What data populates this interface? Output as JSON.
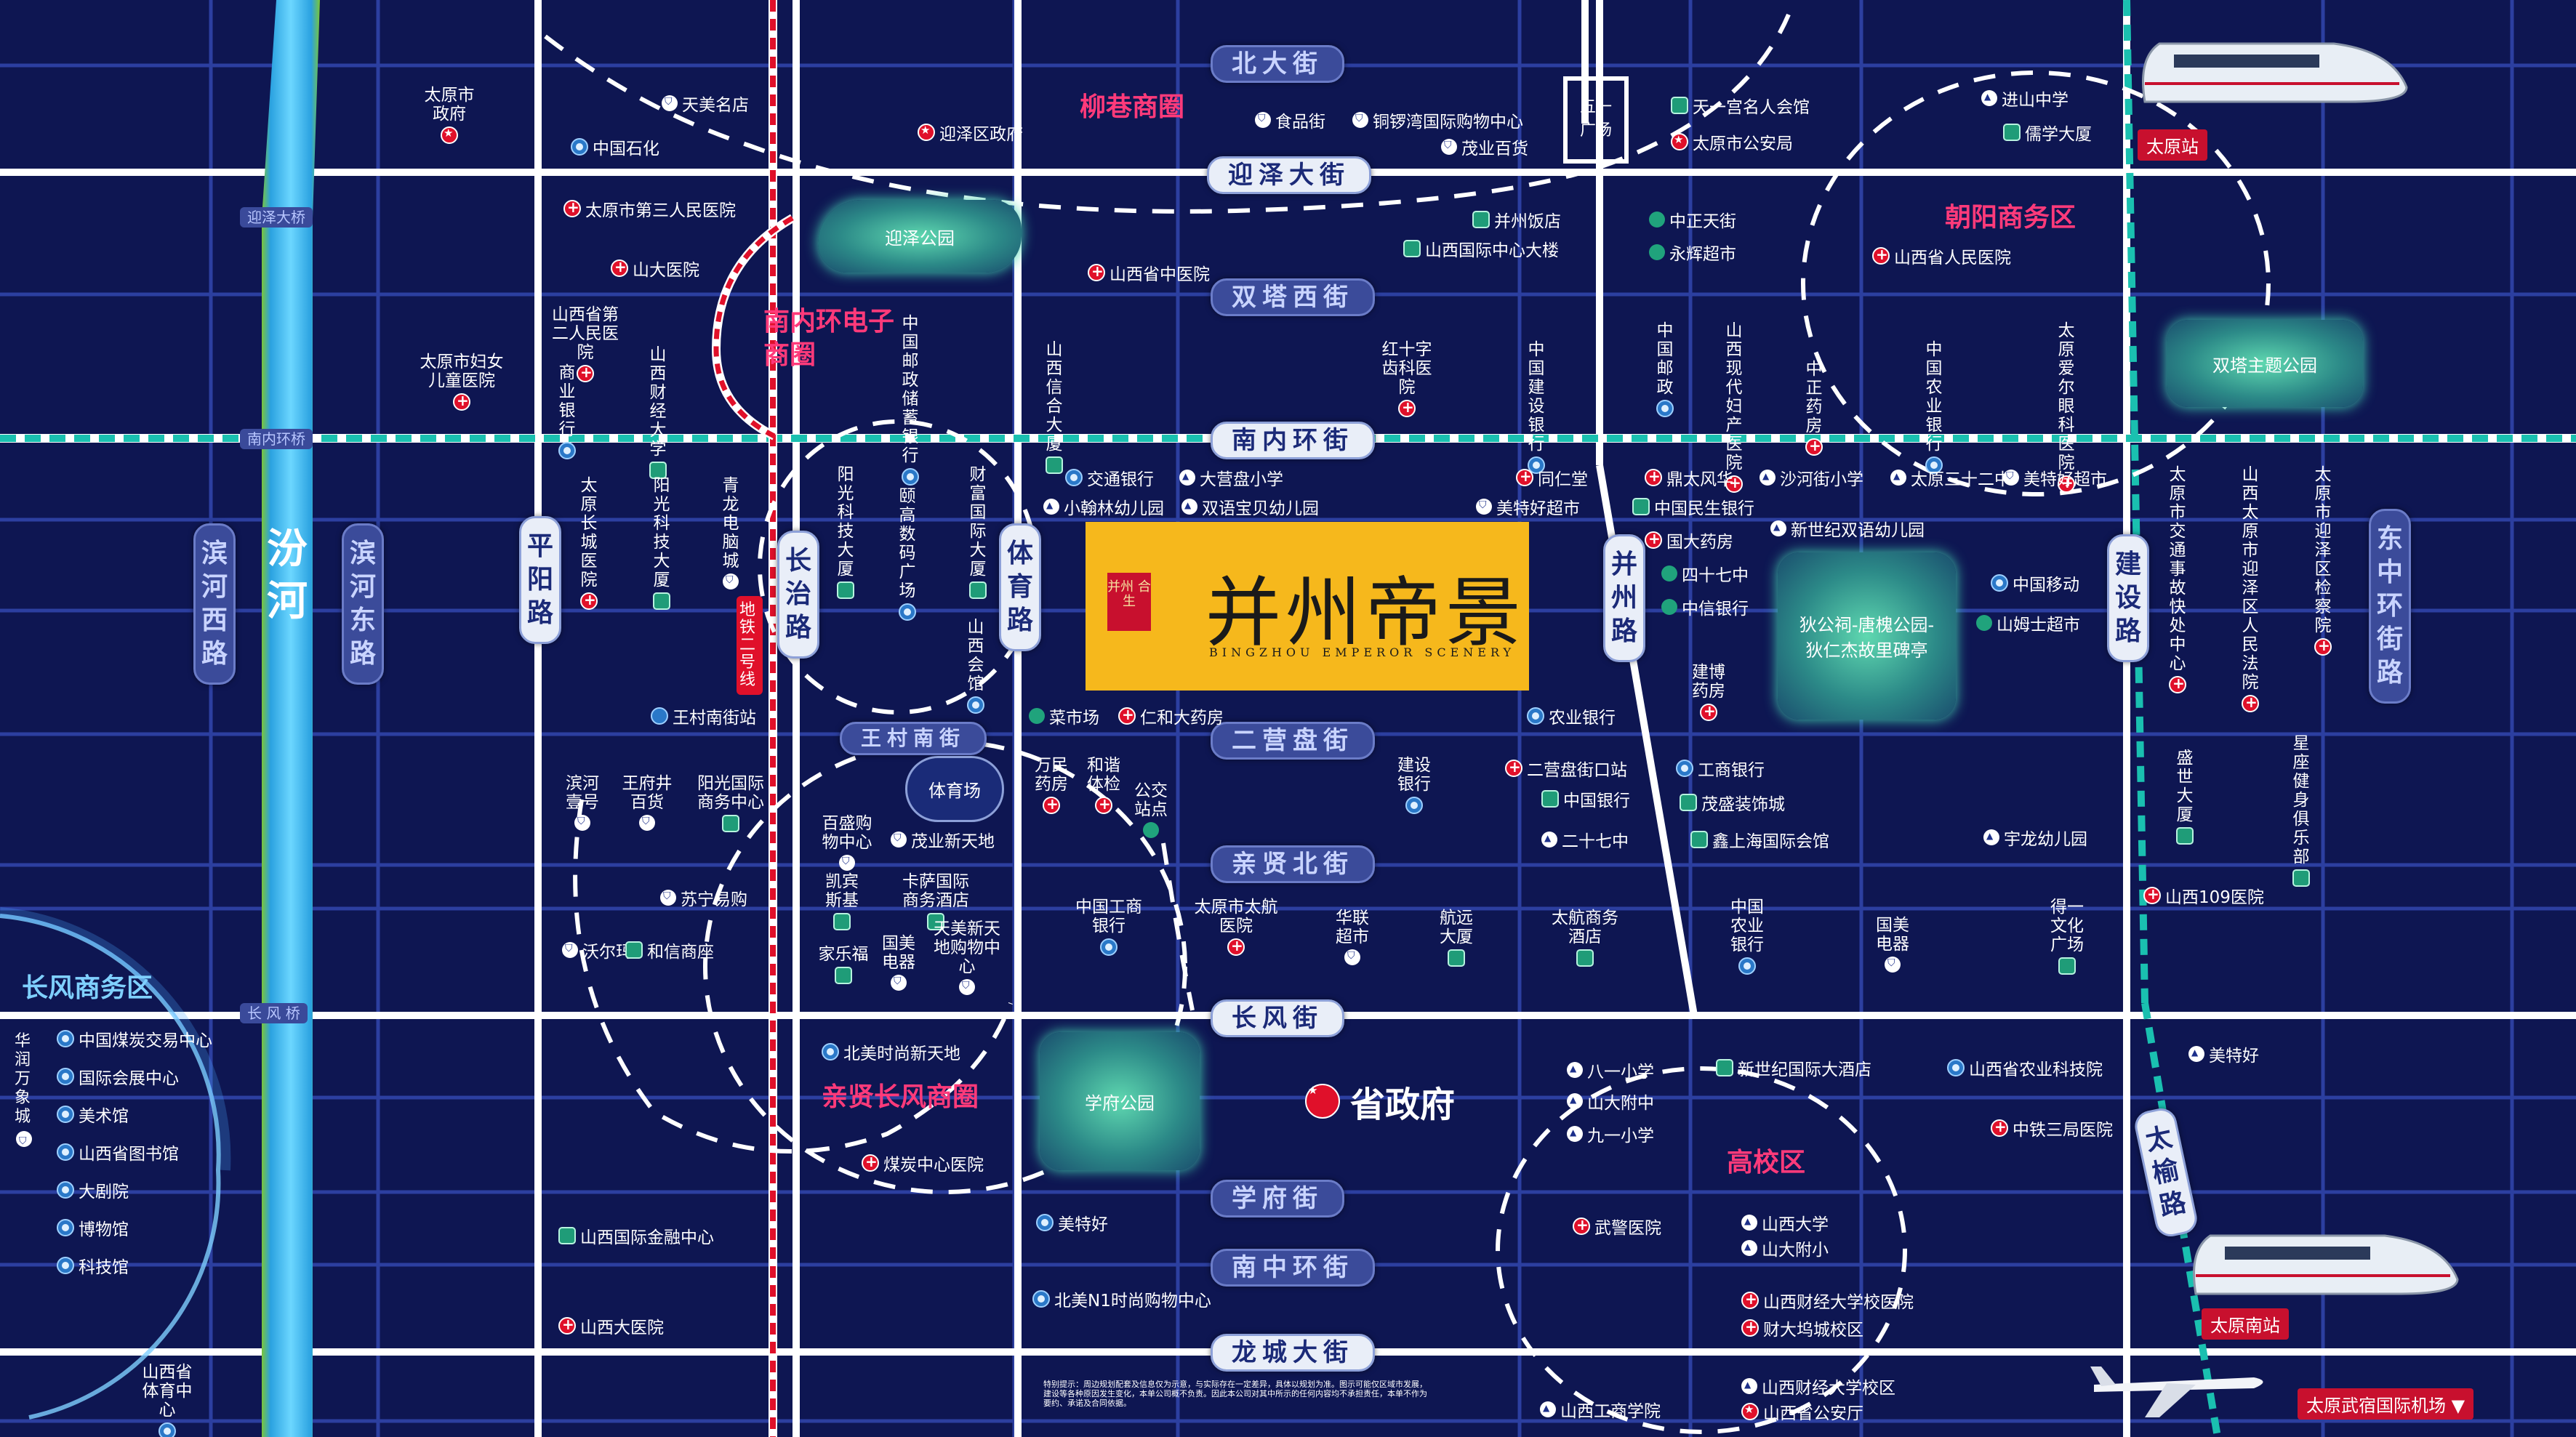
{
  "project": {
    "name": "并州帝景",
    "seal": "并州 合生",
    "english": "BINGZHOU EMPEROR SCENERY"
  },
  "roads": {
    "beidajie": "北大街",
    "yingzedajie": "迎泽大街",
    "shuangtaxijie": "双塔西街",
    "nanneihuanjie": "南内环街",
    "erying": "二营盘街",
    "qinxianbei": "亲贤北街",
    "changfeng": "长风街",
    "xuefu": "学府街",
    "nanzhonghuan": "南中环街",
    "longcheng": "龙城大街",
    "wangcunnan": "王村南街",
    "pingyang": "平阳路",
    "changzhi": "长治路",
    "tiyu": "体育路",
    "bingzhou": "并州路",
    "jianshe": "建设路",
    "taiyu": "太榆路",
    "dongzhonghuan": "东中环街路",
    "binhexi": "滨河西路",
    "binhedong": "滨河东路",
    "fenhe": "汾河",
    "wuyi": "五一广场",
    "metro": "地铁二号线"
  },
  "bridges": [
    "迎泽大桥",
    "南内环桥",
    "长 风 桥"
  ],
  "zones": [
    "柳巷商圈",
    "南内环电子商圈",
    "朝阳商务区",
    "亲贤长风商圈",
    "长风商务区",
    "高校区"
  ],
  "parks": [
    "迎泽公园",
    "双塔主题公园",
    "学府公园",
    "狄公祠-唐槐公园-狄仁杰故里碑亭",
    "体育场"
  ],
  "gov": "省政府",
  "stations": [
    "太原站",
    "太原南站",
    "太原武宿国际机场"
  ],
  "pois": {
    "p1": "太原市政府",
    "p2": "天美名店",
    "p3": "中国石化",
    "p4": "迎泽区政府",
    "p5": "食品街",
    "p6": "铜锣湾国际购物中心",
    "p7": "茂业百货",
    "p8": "天一宫名人会馆",
    "p9": "太原市公安局",
    "p10": "进山中学",
    "p11": "儒学大厦",
    "p12": "太原市第三人民医院",
    "p13": "山大医院",
    "p14": "山西省第二人民医院",
    "p15": "太原市妇女儿童医院",
    "p16": "商业银行",
    "p17": "山西财经大学",
    "p18": "中国邮政储蓄银行",
    "p19": "山西信合大厦",
    "p20": "山西省中医院",
    "p21": "并州饭店",
    "p22": "山西国际中心大楼",
    "p23": "中正天街",
    "p24": "永辉超市",
    "p25": "山西省人民医院",
    "p26": "红十字齿科医院",
    "p27": "中国建设银行",
    "p28": "中国邮政",
    "p29": "山西现代妇产医院",
    "p30": "中正药房",
    "p31": "中国农业银行",
    "p32": "太原爱尔眼科医院",
    "p33": "交通银行",
    "p34": "大营盘小学",
    "p35": "小翰林幼儿园",
    "p36": "双语宝贝幼儿园",
    "p37": "同仁堂",
    "p38": "美特好超市",
    "p39": "鼎太风华",
    "p40": "沙河街小学",
    "p41": "太原三十二中",
    "p42": "美特好超市",
    "p43": "中国民生银行",
    "p44": "新世纪双语幼儿园",
    "p45": "国大药房",
    "p46": "四十七中",
    "p47": "中信银行",
    "p48": "中国移动",
    "p49": "山姆士超市",
    "p50": "建博药房",
    "p51": "太原长城医院",
    "p52": "阳光科技大厦",
    "p53": "青龙电脑城",
    "p54": "阳光科技大厦",
    "p55": "颐高数码广场",
    "p56": "财富国际大厦",
    "p57": "山西会馆",
    "p58": "王村南街站",
    "p59": "菜市场",
    "p60": "仁和大药房",
    "p61": "农业银行",
    "p62": "工商银行",
    "p63": "茂盛装饰城",
    "p64": "二营盘街口站",
    "p65": "中国银行",
    "p66": "二十七中",
    "p67": "鑫上海国际会馆",
    "p68": "宇龙幼儿园",
    "p69": "滨河壹号",
    "p70": "王府井百货",
    "p71": "阳光国际商务中心",
    "p72": "百盛购物中心",
    "p73": "茂业新天地",
    "p74": "万民药房",
    "p75": "和谐体检",
    "p76": "公交站点",
    "p77": "建设银行",
    "p78": "苏宁易购",
    "p79": "凯宾斯基",
    "p80": "卡萨国际商务酒店",
    "p81": "沃尔玛",
    "p82": "和信商座",
    "p83": "家乐福",
    "p84": "国美电器",
    "p85": "天美新天地购物中心",
    "p86": "中国工商银行",
    "p87": "太原市太航医院",
    "p88": "华联超市",
    "p89": "航远大厦",
    "p90": "太航商务酒店",
    "p91": "中国农业银行",
    "p92": "国美电器",
    "p93": "得一文化广场",
    "p94": "山西109医院",
    "p95": "太原市交通事故快处中心",
    "p96": "山西太原市迎泽区人民法院",
    "p97": "太原市迎泽区检察院",
    "p98": "盛世大厦",
    "p99": "星座健身俱乐部",
    "p100": "北美时尚新天地",
    "p101": "煤炭中心医院",
    "p102": "八一小学",
    "p103": "山大附中",
    "p104": "九一小学",
    "p105": "新世纪国际大酒店",
    "p106": "山西省农业科技院",
    "p107": "中铁三局医院",
    "p108": "美特好",
    "p109": "美特好",
    "p110": "山西国际金融中心",
    "p111": "武警医院",
    "p112": "山西大学",
    "p113": "山大附小",
    "p114": "山西财经大学校医院",
    "p115": "财大坞城校区",
    "p116": "北美N1时尚购物中心",
    "p117": "山西大医院",
    "p118": "山西财经大学校区",
    "p119": "山西工商学院",
    "p120": "山西省公安厅",
    "p121": "山西省体育中心",
    "p122": "华润万象城"
  },
  "changfeng_list": [
    "中国煤炭交易中心",
    "国际会展中心",
    "美术馆",
    "山西省图书馆",
    "大剧院",
    "博物馆",
    "科技馆"
  ],
  "disclaimer": "特别提示：周边规划配套及信息仅为示意，与实际存在一定差异，具体以规划为准。图示可能仅区域市发展，建设等各种原因发生变化，本单公司概不负责。因此本公司对其中所示的任何内容均不承担责任，本单不作为要约、承诺及合同依据。"
}
